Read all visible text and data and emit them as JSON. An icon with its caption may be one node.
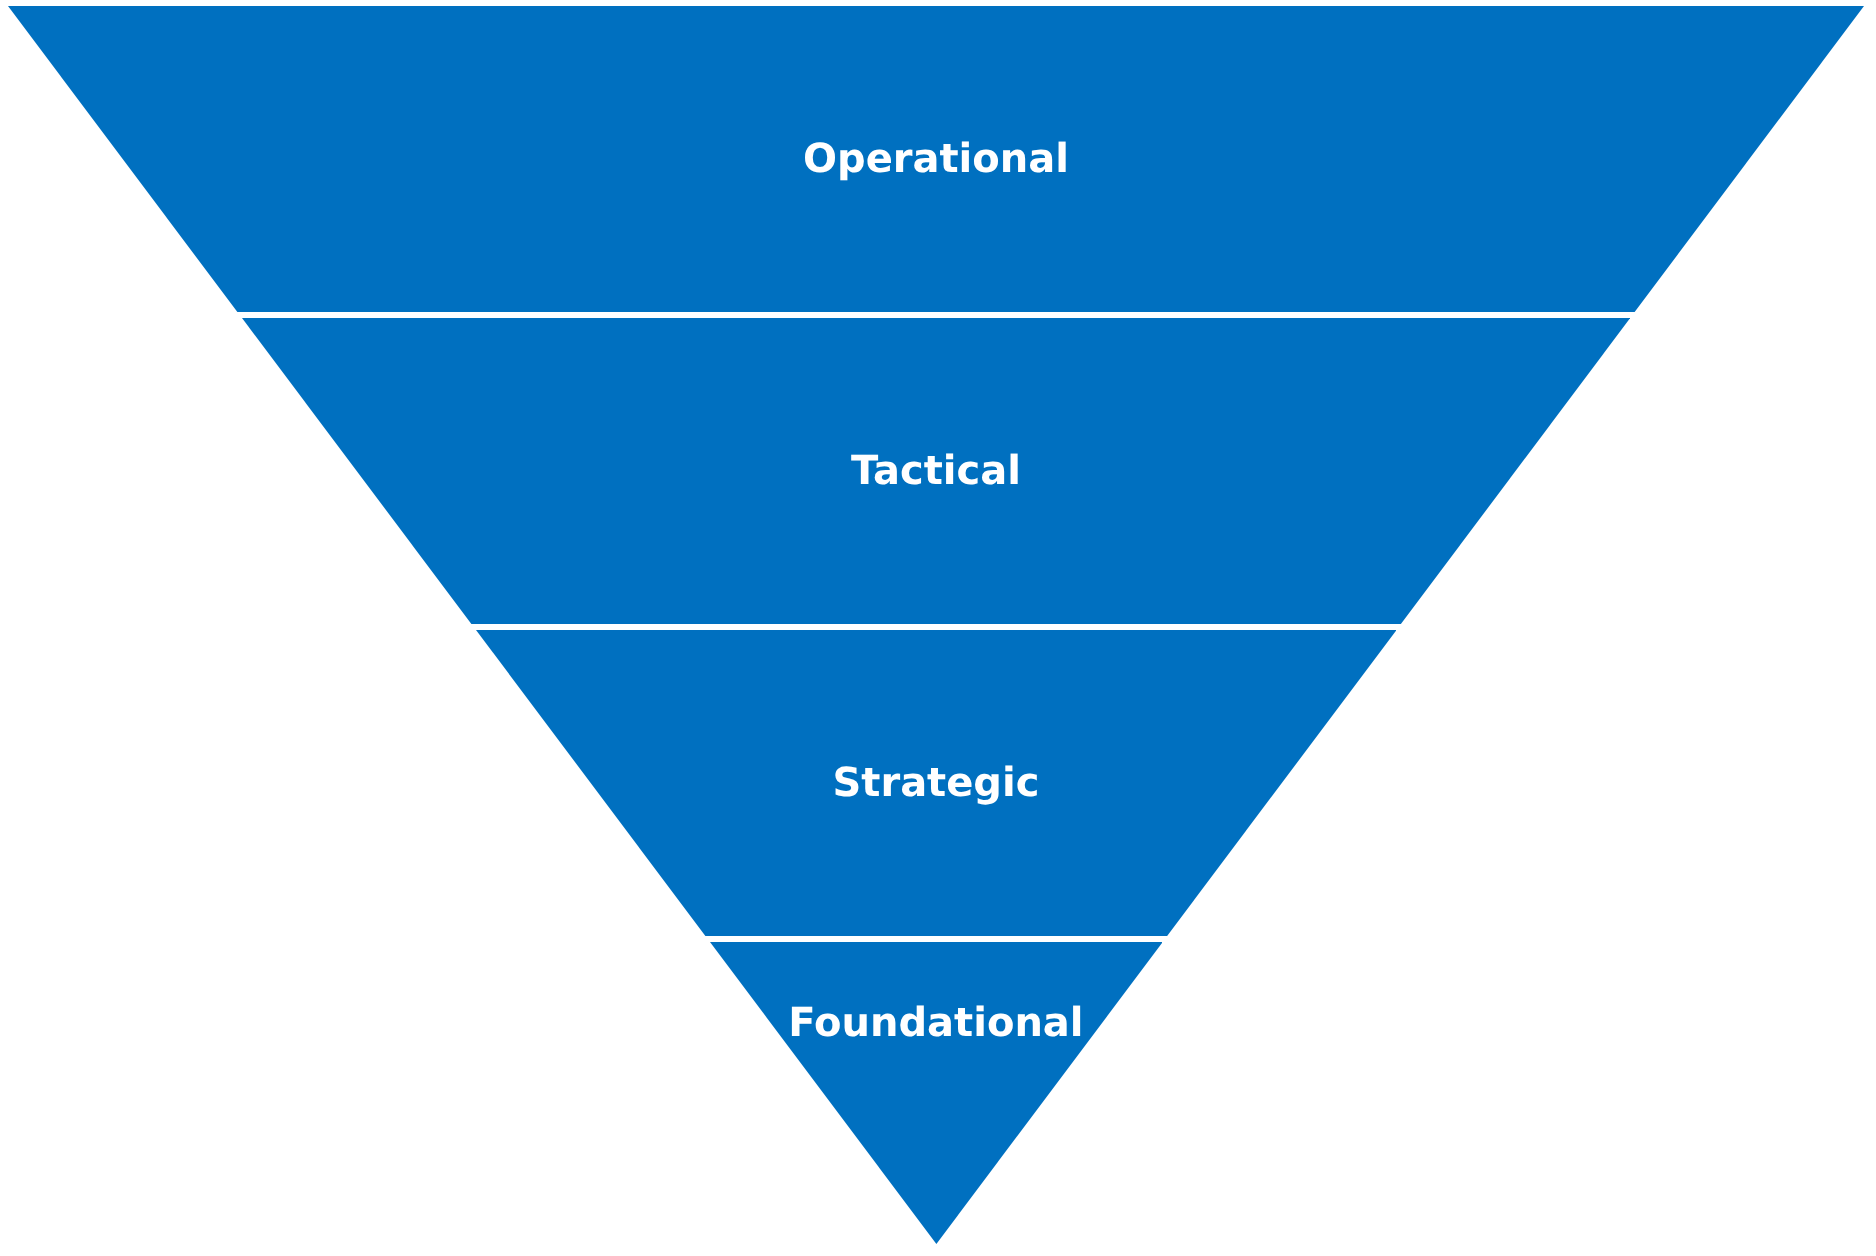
{
  "diagram": {
    "nodes": [
      {
        "text": [
          "Operational"
        ]
      },
      {
        "text": [
          "Tactical"
        ]
      },
      {
        "text": [
          "Strategic"
        ]
      },
      {
        "text": [
          "Foundational"
        ]
      }
    ]
  }
}
